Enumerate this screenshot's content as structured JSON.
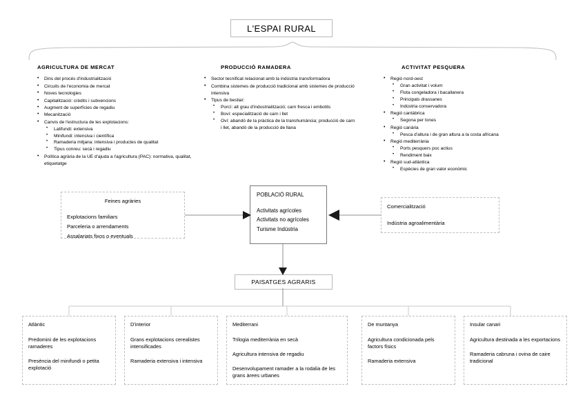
{
  "title": "L'ESPAI RURAL",
  "columns": [
    {
      "heading": "AGRICULTURA DE MERCAT",
      "items": [
        {
          "text": "Dins del procés d'industrialització"
        },
        {
          "text": "Circuits de l'economia de mercat"
        },
        {
          "text": "Noves tecnologies"
        },
        {
          "text": "Capitalització: crèdits i subvencions"
        },
        {
          "text": "Augment de superfícies de regadiu"
        },
        {
          "text": "Mecanització"
        },
        {
          "text": "Canvis de l'estructura de les explotacions:",
          "sub": [
            "Latifundi: extensiva",
            "Minifundi: intensiva i científica",
            "Ramaderia mitjana: intensiva i productes de qualitat",
            "Tipus conreu: secà i regadiu"
          ]
        },
        {
          "text": "Política agrària de la UE d'ajuda a l'agricultura (PAC): normativa, qualitat, etiquetatge"
        }
      ]
    },
    {
      "heading": "PRODUCCIÓ RAMADERA",
      "items": [
        {
          "text": "Sector tecnificat relacionat amb la indústria transformadora"
        },
        {
          "text": "Combina sistemes de producció tradicional amb sistemes de producció intensiva"
        },
        {
          "text": "Tipus de bestiar:",
          "sub": [
            "Porcí: alt grau d'industrialització; carn fresca i embotits",
            "Boví: especialització de carn i llet",
            "Oví: abandó de la pràctica de la transhumància; producció de carn i llet, abandó de la producció de llana"
          ]
        }
      ]
    },
    {
      "heading": "ACTIVITAT PESQUERA",
      "items": [
        {
          "text": "Regió nord-oest",
          "sub": [
            "Gran activitat i volum",
            "Flota congeladora i bacallanera",
            "Principals drassanes",
            "Indústria conservadora"
          ]
        },
        {
          "text": "Regió cantàbrica",
          "sub": [
            "Segona per tones"
          ]
        },
        {
          "text": "Regió canària",
          "sub": [
            "Pesca d'altura i de gran altura a la costa africana"
          ]
        },
        {
          "text": "Regió mediterrània",
          "sub": [
            "Ports pesquers poc actius",
            "Rendiment baix"
          ]
        },
        {
          "text": "Regió sud-atlàntica",
          "sub": [
            "Espècies de gran valor econòmic"
          ]
        }
      ]
    }
  ],
  "middle": {
    "feines": {
      "heading": "Feines agràries",
      "lines": [
        "Explotacions familiars",
        "Parceleria o arrendaments",
        "Assalariats fixos o eventuals"
      ]
    },
    "poblacio": {
      "heading": "POBLACIÓ RURAL",
      "lines": [
        "Activitats agrícoles",
        "Activitats no agrícoles",
        "Turisme",
        "Indústria"
      ]
    },
    "comercialitzacio": {
      "heading": "Comercialització",
      "lines": [
        "Indústria agroalimentària"
      ]
    }
  },
  "paisatges": "PAISATGES AGRARIS",
  "landscapes": [
    {
      "heading": "Atlàntic",
      "items": [
        "Predomini de les explotacions ramaderes",
        "Presència del minifundi o petita explotació"
      ]
    },
    {
      "heading": "D'interior",
      "items": [
        "Grans explotacions cerealistes intensificades",
        "Ramaderia extensiva i intensiva"
      ]
    },
    {
      "heading": "Mediterrani",
      "items": [
        "Trilogia mediterrània en secà",
        "Agricultura intensiva de regadiu",
        "Desenvolupament ramader a la rodalia de les grans àrees urbanes"
      ]
    },
    {
      "heading": "De muntanya",
      "items": [
        "Agricultura condicionada pels factors físics",
        "Ramaderia extensiva"
      ]
    },
    {
      "heading": "Insular canari",
      "items": [
        "Agricultura destinada a les exportacions",
        "Ramaderia cabruna i ovina de caire tradicional"
      ]
    }
  ],
  "colors": {
    "line": "#8c8c8c",
    "dashed_border": "#bdbdbd",
    "solid_border": "#787878"
  }
}
